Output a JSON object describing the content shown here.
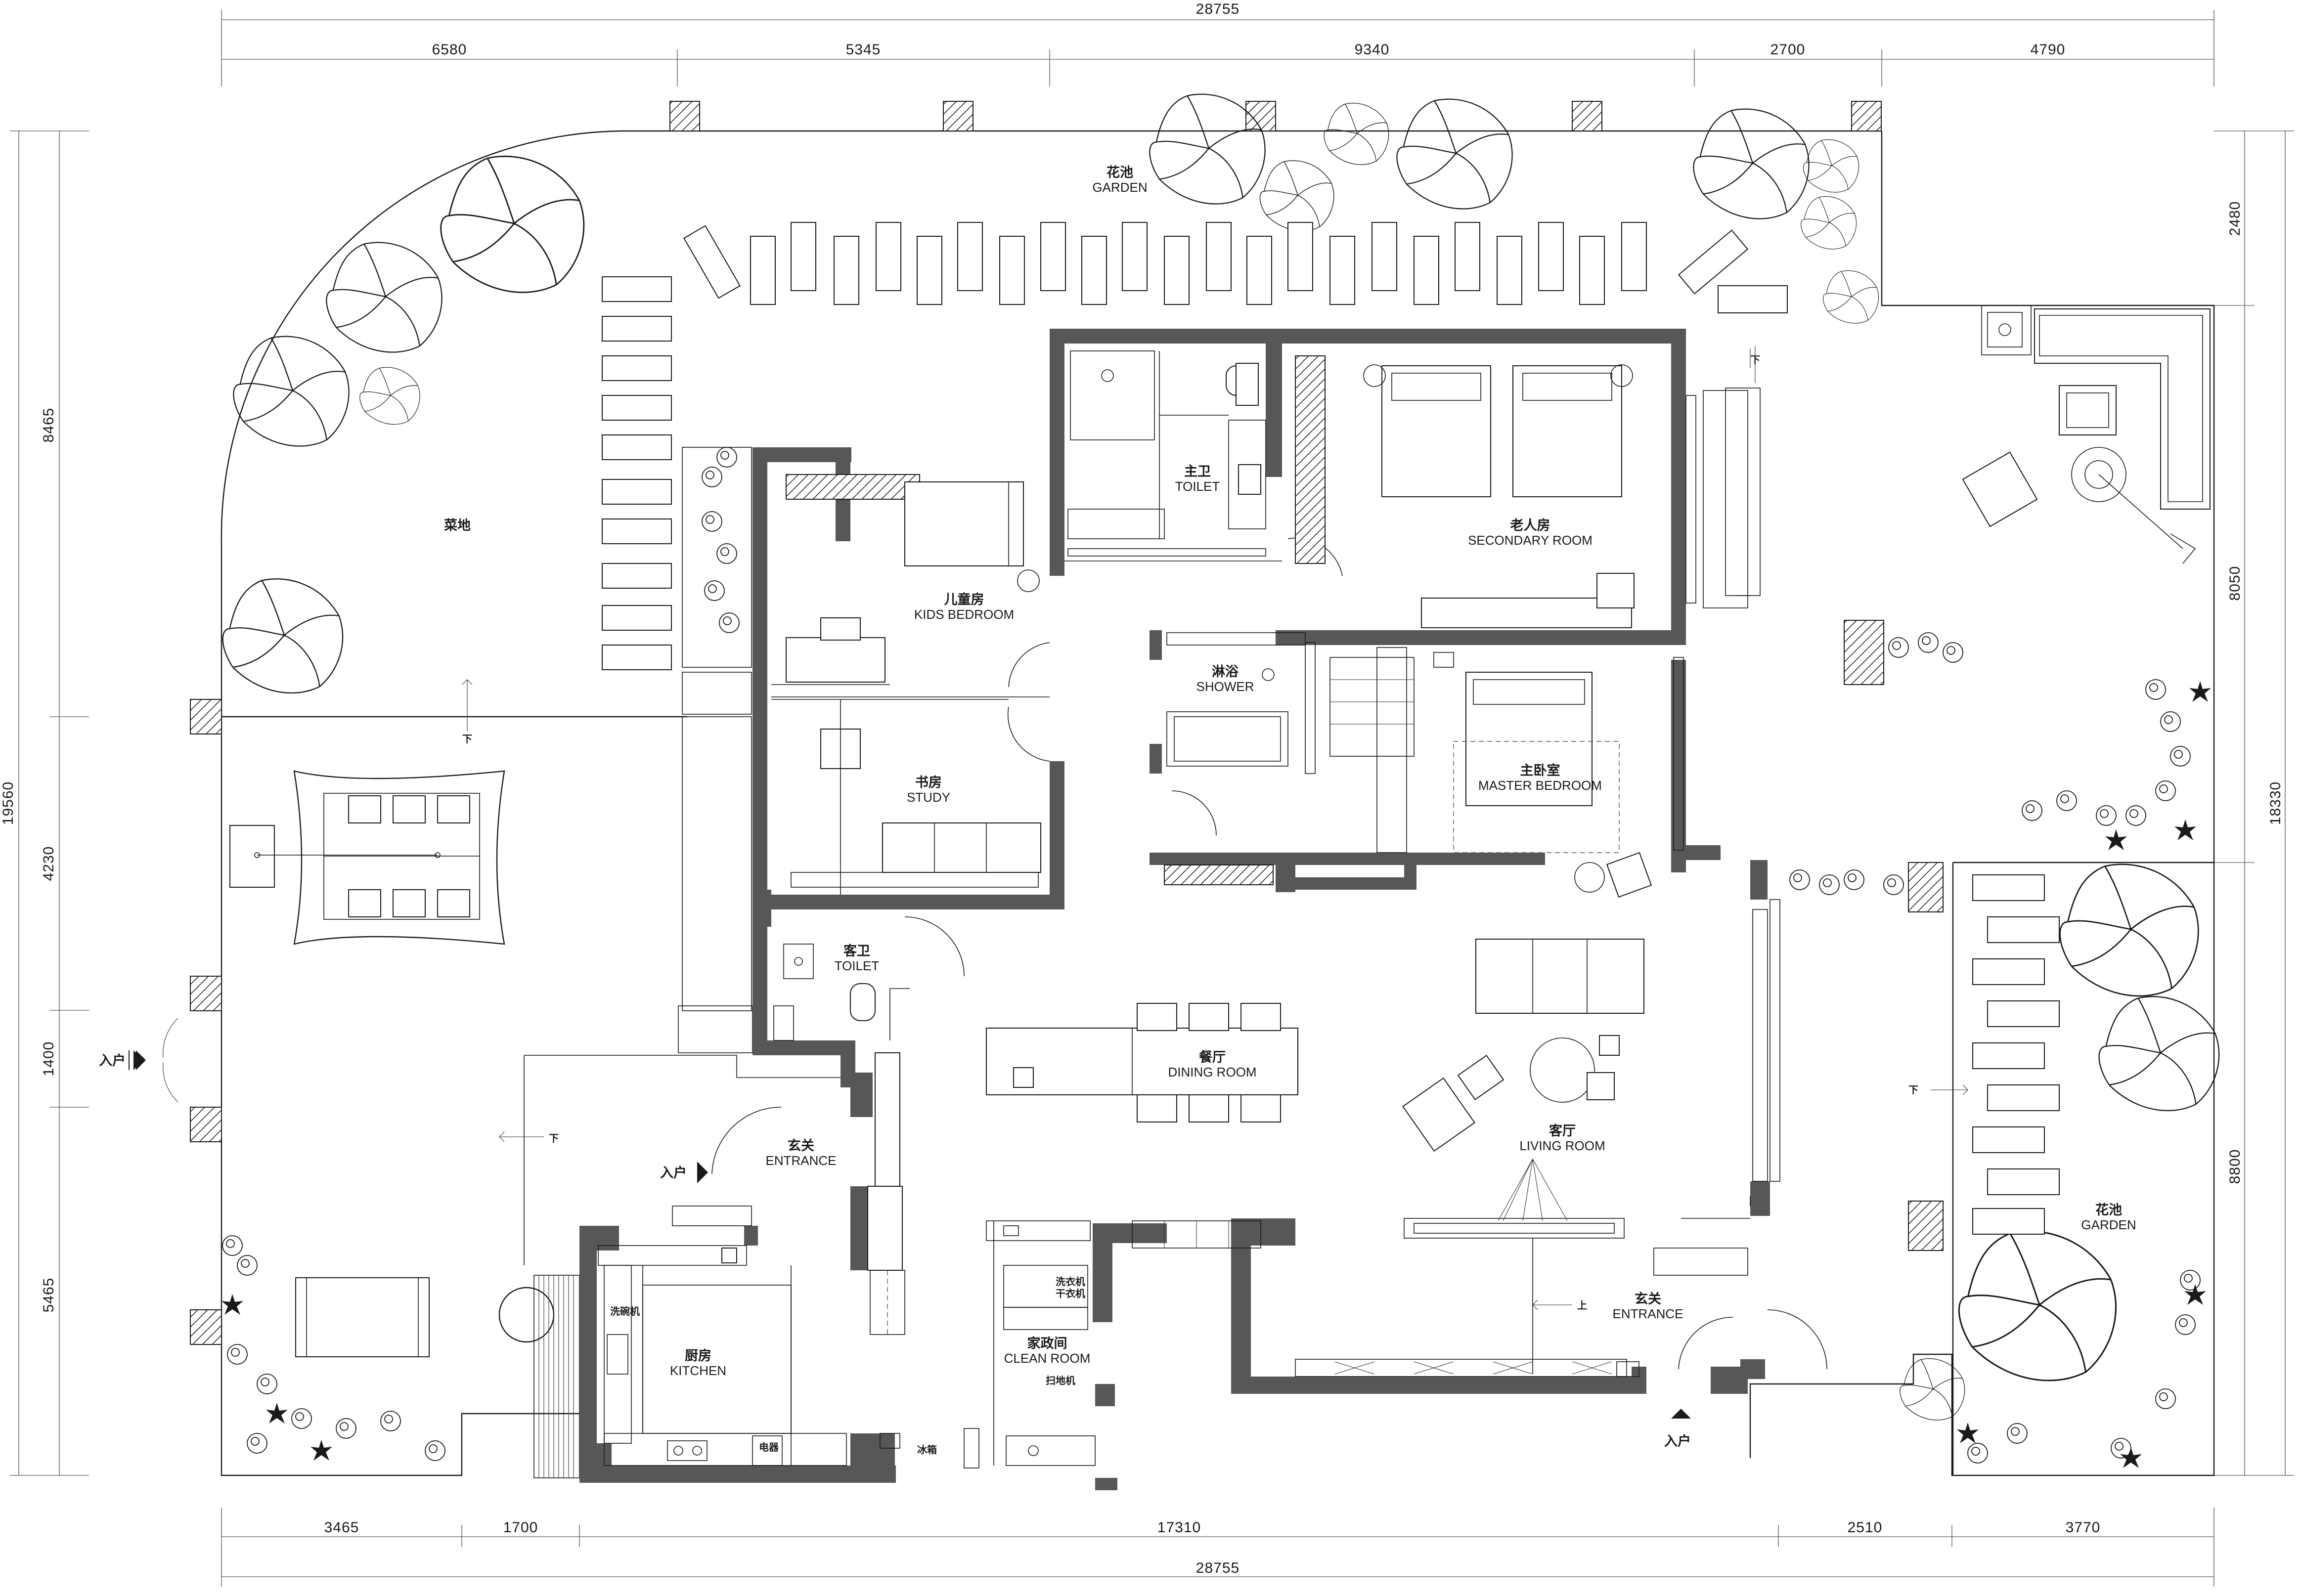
{
  "dimensions": {
    "top_total": "28755",
    "top_segments": [
      "6580",
      "5345",
      "9340",
      "2700",
      "4790"
    ],
    "bottom_total": "28755",
    "bottom_segments": [
      "3465",
      "1700",
      "17310",
      "2510",
      "3770"
    ],
    "left_total": "19560",
    "left_segments": [
      "8465",
      "4230",
      "1400",
      "5465"
    ],
    "right_total": "18330",
    "right_segments": [
      "2480",
      "8050",
      "8800"
    ]
  },
  "rooms": {
    "garden_top": {
      "zh": "花池",
      "en": "GARDEN"
    },
    "vegetable_plot": {
      "zh": "菜地"
    },
    "kids_bedroom": {
      "zh": "儿童房",
      "en": "KIDS BEDROOM"
    },
    "master_toilet": {
      "zh": "主卫",
      "en": "TOILET"
    },
    "secondary_room": {
      "zh": "老人房",
      "en": "SECONDARY ROOM"
    },
    "study": {
      "zh": "书房",
      "en": "STUDY"
    },
    "shower": {
      "zh": "淋浴",
      "en": "SHOWER"
    },
    "master_bedroom": {
      "zh": "主卧室",
      "en": "MASTER BEDROOM"
    },
    "guest_toilet": {
      "zh": "客卫",
      "en": "TOILET"
    },
    "dining_room": {
      "zh": "餐厅",
      "en": "DINING ROOM"
    },
    "entrance_west": {
      "zh": "玄关",
      "en": "ENTRANCE"
    },
    "living_room": {
      "zh": "客厅",
      "en": "LIVING ROOM"
    },
    "kitchen": {
      "zh": "厨房",
      "en": "KITCHEN"
    },
    "clean_room": {
      "zh": "家政间",
      "en": "CLEAN ROOM"
    },
    "entrance_east": {
      "zh": "玄关",
      "en": "ENTRANCE"
    },
    "garden_east": {
      "zh": "花池",
      "en": "GARDEN"
    }
  },
  "labels": {
    "entry_left": "入户",
    "entry_center": "入户",
    "entry_bottom": "入户",
    "down": "下",
    "up": "上",
    "dishwasher": "洗碗机",
    "washer": "洗衣机",
    "dryer": "干衣机",
    "robot_vacuum": "扫地机",
    "appliance": "电器",
    "fridge": "冰箱"
  },
  "colors": {
    "wall": "#575757",
    "line": "#1a1a1a",
    "background": "#ffffff"
  }
}
